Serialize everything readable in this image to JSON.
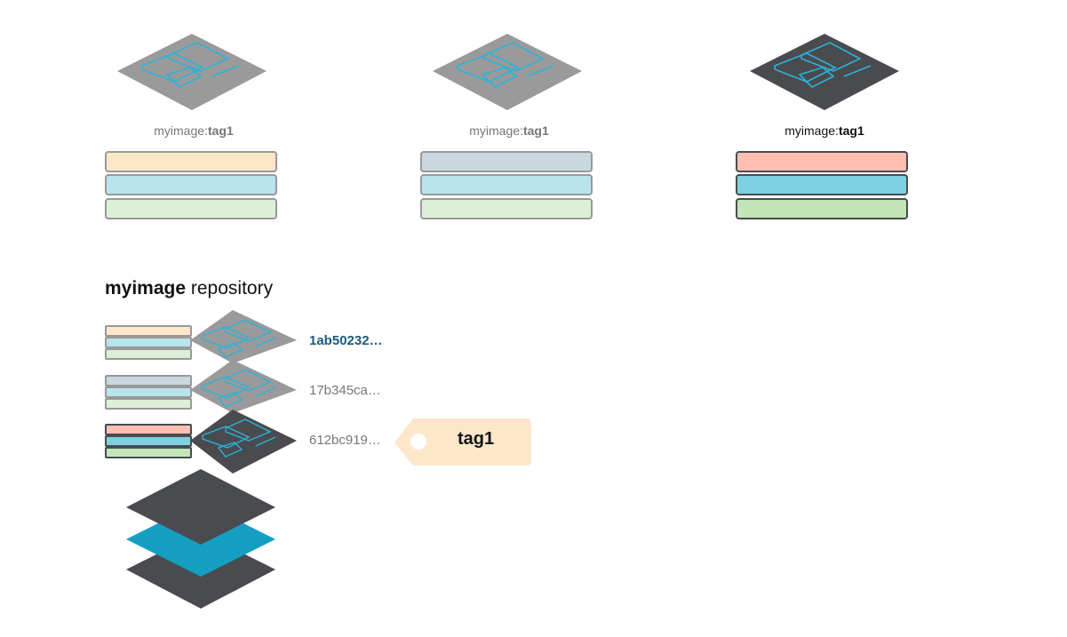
{
  "images": [
    {
      "name": "myimage",
      "tag": "tag1",
      "active": false,
      "colors": {
        "diamond": "#9a9a9a"
      },
      "layers": [
        {
          "color": "#fde7cb"
        },
        {
          "color": "#b8e4ee"
        },
        {
          "color": "#dcf0d8"
        }
      ]
    },
    {
      "name": "myimage",
      "tag": "tag1",
      "active": false,
      "colors": {
        "diamond": "#9a9a9a"
      },
      "layers": [
        {
          "color": "#c9d7df"
        },
        {
          "color": "#b8e4ee"
        },
        {
          "color": "#dcf0d8"
        }
      ]
    },
    {
      "name": "myimage",
      "tag": "tag1",
      "active": true,
      "colors": {
        "diamond": "#4a4b4f"
      },
      "layers": [
        {
          "color": "#ffbfb3"
        },
        {
          "color": "#7dd1e0"
        },
        {
          "color": "#c2e6b9"
        }
      ]
    }
  ],
  "repository": {
    "name": "myimage",
    "suffix": " repository",
    "entries": [
      {
        "hash": "1ab50232…",
        "highlight": true
      },
      {
        "hash": "17b345ca…",
        "highlight": false
      },
      {
        "hash": "612bc919…",
        "highlight": false
      }
    ],
    "tag": {
      "label": "tag1",
      "color": "#fde7cb"
    }
  },
  "colors": {
    "inactive_diamond": "#9a9a9a",
    "active_diamond": "#4a4b4f",
    "line_blue": "#2ab3d9",
    "stack_accent": "#149fc2",
    "highlight_hash": "#1d5a7a"
  },
  "icons": [
    "image-diamond-icon",
    "layer-stack-icon",
    "tag-icon"
  ]
}
